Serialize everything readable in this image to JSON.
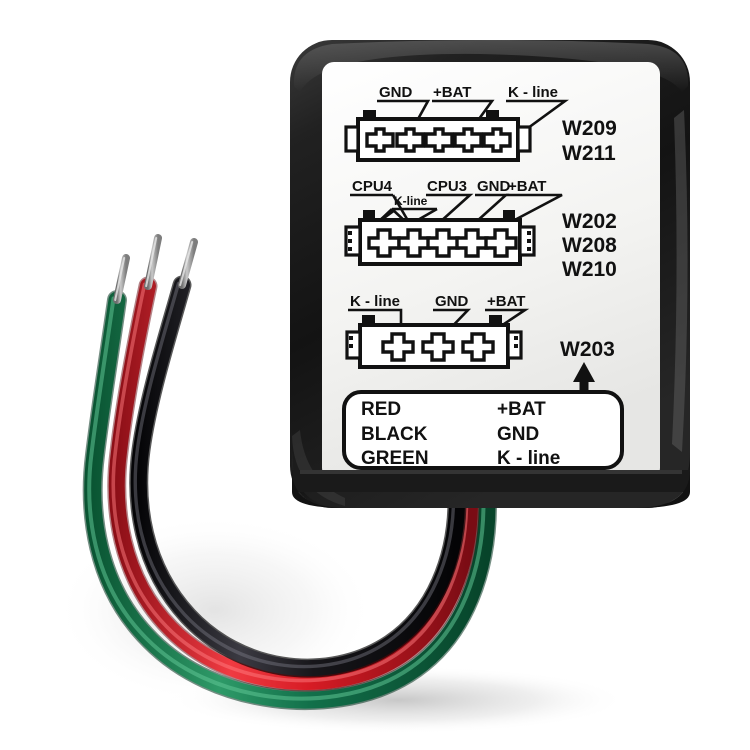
{
  "scene": {
    "title": "Automotive ECU immobilizer emulator module with three-wire pigtail",
    "background_color": "#ffffff",
    "device": {
      "name": "black-plastic-module",
      "body_color": "#1b1b1b",
      "label_color": "#f2f2f0",
      "ink_color": "#111111"
    }
  },
  "label": {
    "connectors": [
      {
        "id": "connector-top",
        "pin_count": 5,
        "pin_style": "horizontal-h-slot",
        "pin_labels": [
          "GND",
          "+BAT",
          "K - line"
        ],
        "part_numbers": [
          "W209",
          "W211"
        ]
      },
      {
        "id": "connector-middle",
        "pin_count": 5,
        "pin_style": "cross-slot",
        "pin_labels": [
          "CPU4",
          "K-line",
          "CPU3",
          "GND",
          "+BAT"
        ],
        "part_numbers": [
          "W202",
          "W208",
          "W210"
        ]
      },
      {
        "id": "connector-bottom",
        "pin_count": 3,
        "pin_style": "cross-slot",
        "pin_labels": [
          "K - line",
          "GND",
          "+BAT"
        ],
        "part_numbers": [
          "W203"
        ]
      }
    ],
    "legend": {
      "id": "wire-colour-legend",
      "rows": [
        {
          "colour": "RED",
          "function": "+BAT"
        },
        {
          "colour": "BLACK",
          "function": "GND"
        },
        {
          "colour": "GREEN",
          "function": "K - line"
        }
      ],
      "pointer": "up-arrow-to-W203"
    }
  },
  "wires": [
    {
      "name": "wire-green",
      "colour_name": "GREEN",
      "hex": "#12704a",
      "function": "K - line",
      "tip": "stripped-copper"
    },
    {
      "name": "wire-red",
      "colour_name": "RED",
      "hex": "#d61b24",
      "function": "+BAT",
      "tip": "stripped-copper"
    },
    {
      "name": "wire-black",
      "colour_name": "BLACK",
      "hex": "#17161a",
      "function": "GND",
      "tip": "stripped-copper"
    }
  ],
  "wire_tip_color": "#9a9a9a"
}
